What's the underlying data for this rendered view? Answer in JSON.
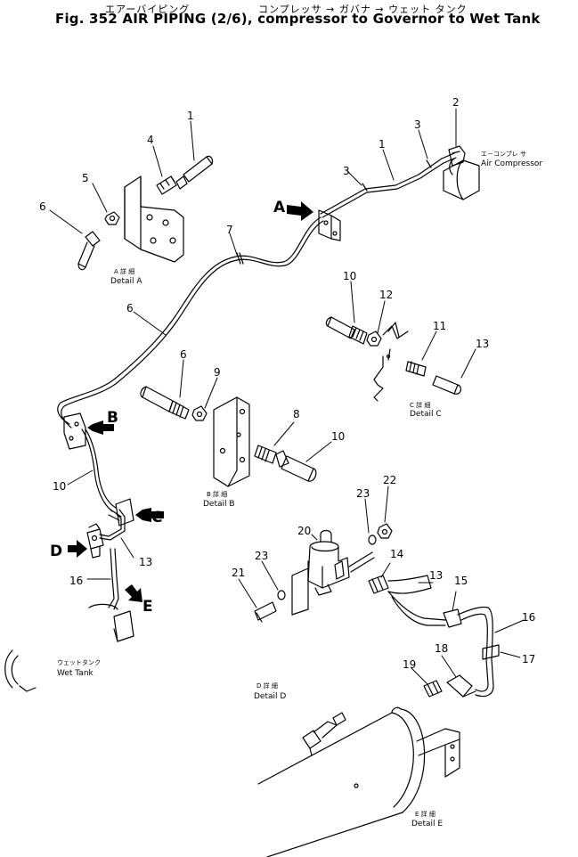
{
  "header": {
    "jp_left": "エアーバイピング",
    "jp_right": "コンプレッサ → ガバナ → ウェット タンク",
    "title": "Fig. 352 AIR PIPING (2/6), compressor to Governor to Wet Tank"
  },
  "callouts": {
    "c1a": "1",
    "c4": "4",
    "c5": "5",
    "c6a": "6",
    "c2": "2",
    "c3a": "3",
    "c1b": "1",
    "c3b": "3",
    "c7": "7",
    "c6b": "6",
    "c10a": "10",
    "c12": "12",
    "c11": "11",
    "c13a": "13",
    "c6c": "6",
    "c9": "9",
    "c8": "8",
    "c10b": "10",
    "c10c": "10",
    "c13b": "13",
    "c16a": "16",
    "c23a": "23",
    "c22": "22",
    "c20": "20",
    "c21": "21",
    "c23b": "23",
    "c14": "14",
    "c13c": "13",
    "c15": "15",
    "c16b": "16",
    "c17": "17",
    "c18": "18",
    "c19": "19"
  },
  "arrows": {
    "A": "A",
    "B": "B",
    "C": "C",
    "D": "D",
    "E": "E"
  },
  "captions": {
    "air_comp_jp": "エ－コンプレ サ",
    "air_comp": "Air Compressor",
    "detail_a_jp": "A 詳 細",
    "detail_a": "Detail A",
    "detail_b_jp": "B 詳 細",
    "detail_b": "Detail B",
    "detail_c_jp": "C 詳 細",
    "detail_c": "Detail C",
    "detail_d_jp": "D 詳 細",
    "detail_d": "Detail D",
    "detail_e_jp": "E 詳 細",
    "detail_e": "Detail E",
    "wet_tank_jp": "ウェットタンク",
    "wet_tank": "Wet Tank"
  }
}
